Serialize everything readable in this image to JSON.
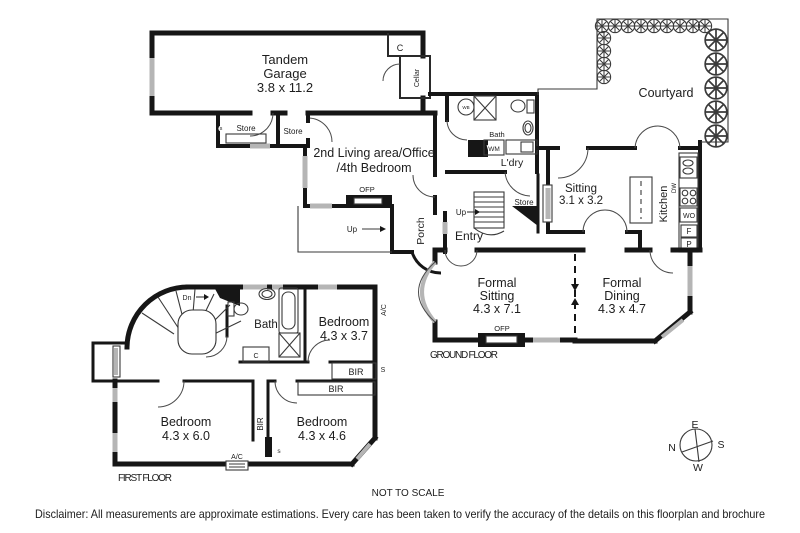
{
  "colors": {
    "wall": "#161616",
    "window": "#b5b5b5",
    "text": "#1d1d1d",
    "background": "#ffffff"
  },
  "ground": {
    "floor_label": "GROUND FLOOR",
    "garage": {
      "l1": "Tandem",
      "l2": "Garage",
      "dims": "3.8 x 11.2"
    },
    "c_closet": "C",
    "cellar": "Cellar",
    "store_left": "Store",
    "store_right": "Store",
    "store_stairs": "Store",
    "s_store": "s",
    "living": {
      "l1": "2nd Living area/Office",
      "l2": "/4th Bedroom"
    },
    "ofp_living": "OFP",
    "up_porch": "Up",
    "porch": "Porch",
    "entry": "Entry",
    "up_stairs": "Up",
    "bath": "Bath",
    "wb": "WB",
    "wm": "WM",
    "laundry": "L'dry",
    "sitting": {
      "l1": "Sitting",
      "dims": "3.1 x 3.2"
    },
    "courtyard": "Courtyard",
    "kitchen": "Kitchen",
    "dw": "DW",
    "wo": "WO",
    "fridge": "F",
    "pantry": "P",
    "formal_sitting": {
      "l1": "Formal",
      "l2": "Sitting",
      "dims": "4.3 x 7.1"
    },
    "formal_dining": {
      "l1": "Formal",
      "l2": "Dining",
      "dims": "4.3 x 4.7"
    },
    "ofp_formal": "OFP"
  },
  "first": {
    "floor_label": "FIRST FLOOR",
    "dn": "Dn",
    "bath": "Bath",
    "c_closet": "C",
    "bed1": {
      "l1": "Bedroom",
      "dims": "4.3 x 3.7"
    },
    "bed2": {
      "l1": "Bedroom",
      "dims": "4.3 x 6.0"
    },
    "bed3": {
      "l1": "Bedroom",
      "dims": "4.3 x 4.6"
    },
    "ac_right": "A/C",
    "ac_bottom": "A/C",
    "s_right": "S",
    "s_mid": "s",
    "bir_right": "BIR",
    "bir_top": "BIR",
    "bir_mid": "BIR"
  },
  "compass": {
    "n": "N",
    "e": "E",
    "s": "S",
    "w": "W"
  },
  "footer": {
    "scale": "NOT TO SCALE",
    "disclaimer": "Disclaimer: All measurements are approximate estimations. Every care has been taken to verify the accuracy of the details on this floorplan and brochure"
  }
}
